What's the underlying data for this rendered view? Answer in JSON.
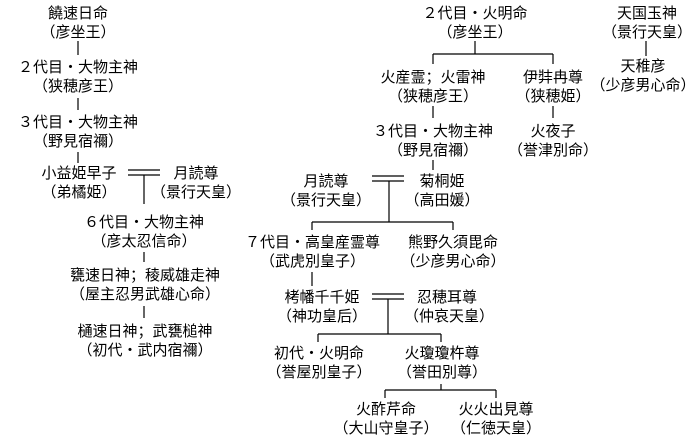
{
  "nodes": {
    "nigihayahi": {
      "name": "饒速日命",
      "alias": "（彦坐王）"
    },
    "g2_omono": {
      "name": "２代目・大物主神",
      "alias": "（狭穂彦王）"
    },
    "g3_omono_left": {
      "name": "３代目・大物主神",
      "alias": "（野見宿禰）"
    },
    "oto_tachibana": {
      "name": "小益姫早子",
      "alias": "（弟橘姫）"
    },
    "tsukuyomi_left": {
      "name": "月読尊",
      "alias": "（景行天皇）"
    },
    "g6_omono": {
      "name": "６代目・大物主神",
      "alias": "（彦太忍信命）"
    },
    "uzuhayahi": {
      "name": "甕速日神；稜威雄走神",
      "alias": "（屋主忍男武雄心命）"
    },
    "hihayahi": {
      "name": "樋速日神；武甕槌神",
      "alias": "（初代・武内宿禰）"
    },
    "g2_hoakari": {
      "name": "２代目・火明命",
      "alias": "（彦坐王）"
    },
    "amenotamagami": {
      "name": "天国玉神",
      "alias": "（景行天皇）"
    },
    "amewakahiko": {
      "name": "天稚彦",
      "alias": "（少彦男心命）"
    },
    "homusubi": {
      "name": "火産霊；火雷神",
      "alias": "（狭穂彦王）"
    },
    "izanami": {
      "name": "伊弉冉尊",
      "alias": "（狭穂姫）"
    },
    "g3_omono_right": {
      "name": "３代目・大物主神",
      "alias": "（野見宿禰）"
    },
    "hinoyagi": {
      "name": "火夜子",
      "alias": "（誉津別命）"
    },
    "tsukuyomi_right": {
      "name": "月読尊",
      "alias": "（景行天皇）"
    },
    "kukurihime": {
      "name": "菊桐姫",
      "alias": "（高田媛）"
    },
    "g7_takamimusubi": {
      "name": "７代目・高皇産霊尊",
      "alias": "（武虎別皇子）"
    },
    "kumanokusubi": {
      "name": "熊野久須毘命",
      "alias": "（少彦男心命）"
    },
    "takuhatachiji": {
      "name": "栲幡千千姫",
      "alias": "（神功皇后）"
    },
    "oshihomimi": {
      "name": "忍穂耳尊",
      "alias": "（仲哀天皇）"
    },
    "shodai_hoakari": {
      "name": "初代・火明命",
      "alias": "（誉屋別皇子）"
    },
    "ninigi": {
      "name": "火瓊瓊杵尊",
      "alias": "（誉田別尊）"
    },
    "hosuseri": {
      "name": "火酢芹命",
      "alias": "（大山守皇子）"
    },
    "hohodemi": {
      "name": "火火出見尊",
      "alias": "（仁徳天皇）"
    }
  }
}
